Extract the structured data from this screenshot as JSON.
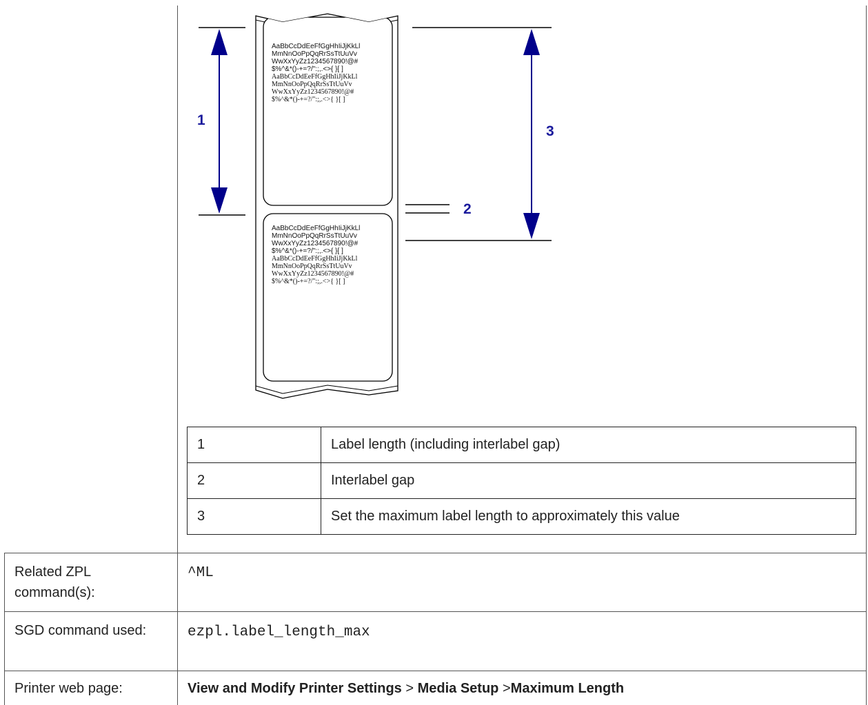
{
  "diagram": {
    "callouts": [
      "1",
      "2",
      "3"
    ],
    "sample_text_lines": [
      "AaBbCcDdEeFfGgHhIiJjKkLl",
      "MmNnOoPpQqRrSsTtUuVv",
      "WwXxYyZz1234567890!@#",
      "$%^&*()-+=?/\":;,.<>{ }[ ]"
    ],
    "colors": {
      "arrow": "#00008B",
      "callout": "#1a1a9c",
      "line": "#000000"
    }
  },
  "legend": [
    {
      "number": "1",
      "description": "Label length (including interlabel gap)"
    },
    {
      "number": "2",
      "description": "Interlabel gap"
    },
    {
      "number": "3",
      "description": "Set the maximum label length to approximately this value"
    }
  ],
  "rows": {
    "zpl": {
      "label": "Related ZPL command(s):",
      "value": "^ML"
    },
    "sgd": {
      "label": "SGD command used:",
      "value": "ezpl.label_length_max"
    },
    "web": {
      "label": "Printer web page:",
      "path1": "View and Modify Printer Settings",
      "sep1": ">",
      "path2": "Media Setup",
      "sep2": ">",
      "path3": "Maximum Length"
    }
  }
}
